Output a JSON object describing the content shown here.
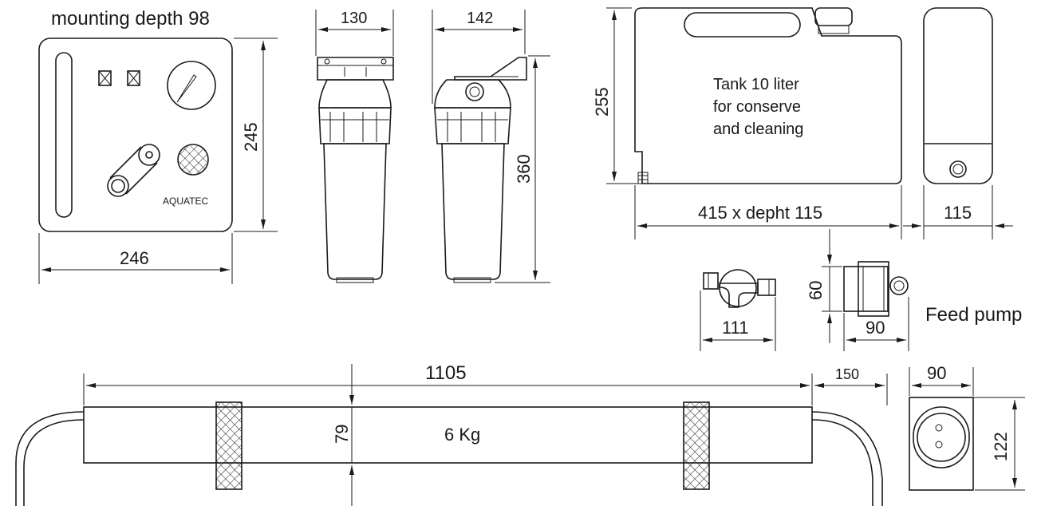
{
  "control_panel": {
    "heading": "mounting depth 98",
    "brand": "AQUATEC",
    "width": "246",
    "height": "245"
  },
  "filter_front": {
    "width": "130"
  },
  "filter_side": {
    "width": "142",
    "height": "360"
  },
  "tank": {
    "height": "255",
    "label_line1": "Tank 10 liter",
    "label_line2": "for conserve",
    "label_line3": "and cleaning",
    "width": "415 x depht 115",
    "side_width": "115"
  },
  "feed_pump": {
    "label": "Feed pump",
    "width_front": "111",
    "height": "60",
    "width_side": "90"
  },
  "membrane": {
    "length": "1105",
    "clearance": "150",
    "diameter": "79",
    "weight": "6 Kg",
    "end_width": "90",
    "end_height": "122"
  }
}
